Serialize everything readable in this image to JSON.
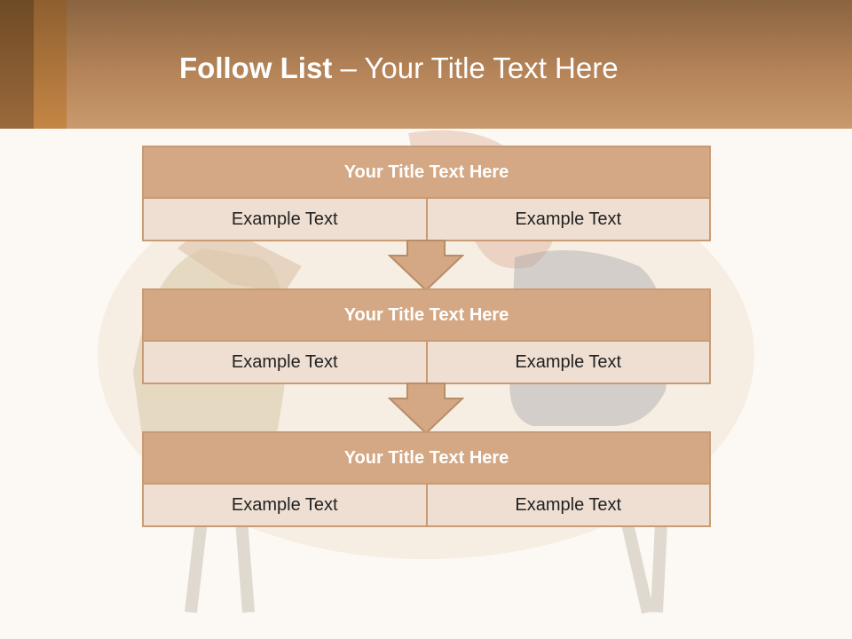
{
  "header": {
    "title_bold": "Follow List",
    "title_rest": " – Your Title Text Here"
  },
  "colors": {
    "header_top": "#8a6440",
    "header_bottom": "#c99a6e",
    "block_title_bg": "#d4a884",
    "block_cell_bg": "#efdfd2",
    "border": "#c89b74",
    "arrow": "#d4a884"
  },
  "flow": [
    {
      "title": "Your Title Text Here",
      "left": "Example Text",
      "right": "Example Text"
    },
    {
      "title": "Your Title Text Here",
      "left": "Example Text",
      "right": "Example Text"
    },
    {
      "title": "Your Title Text Here",
      "left": "Example Text",
      "right": "Example Text"
    }
  ]
}
